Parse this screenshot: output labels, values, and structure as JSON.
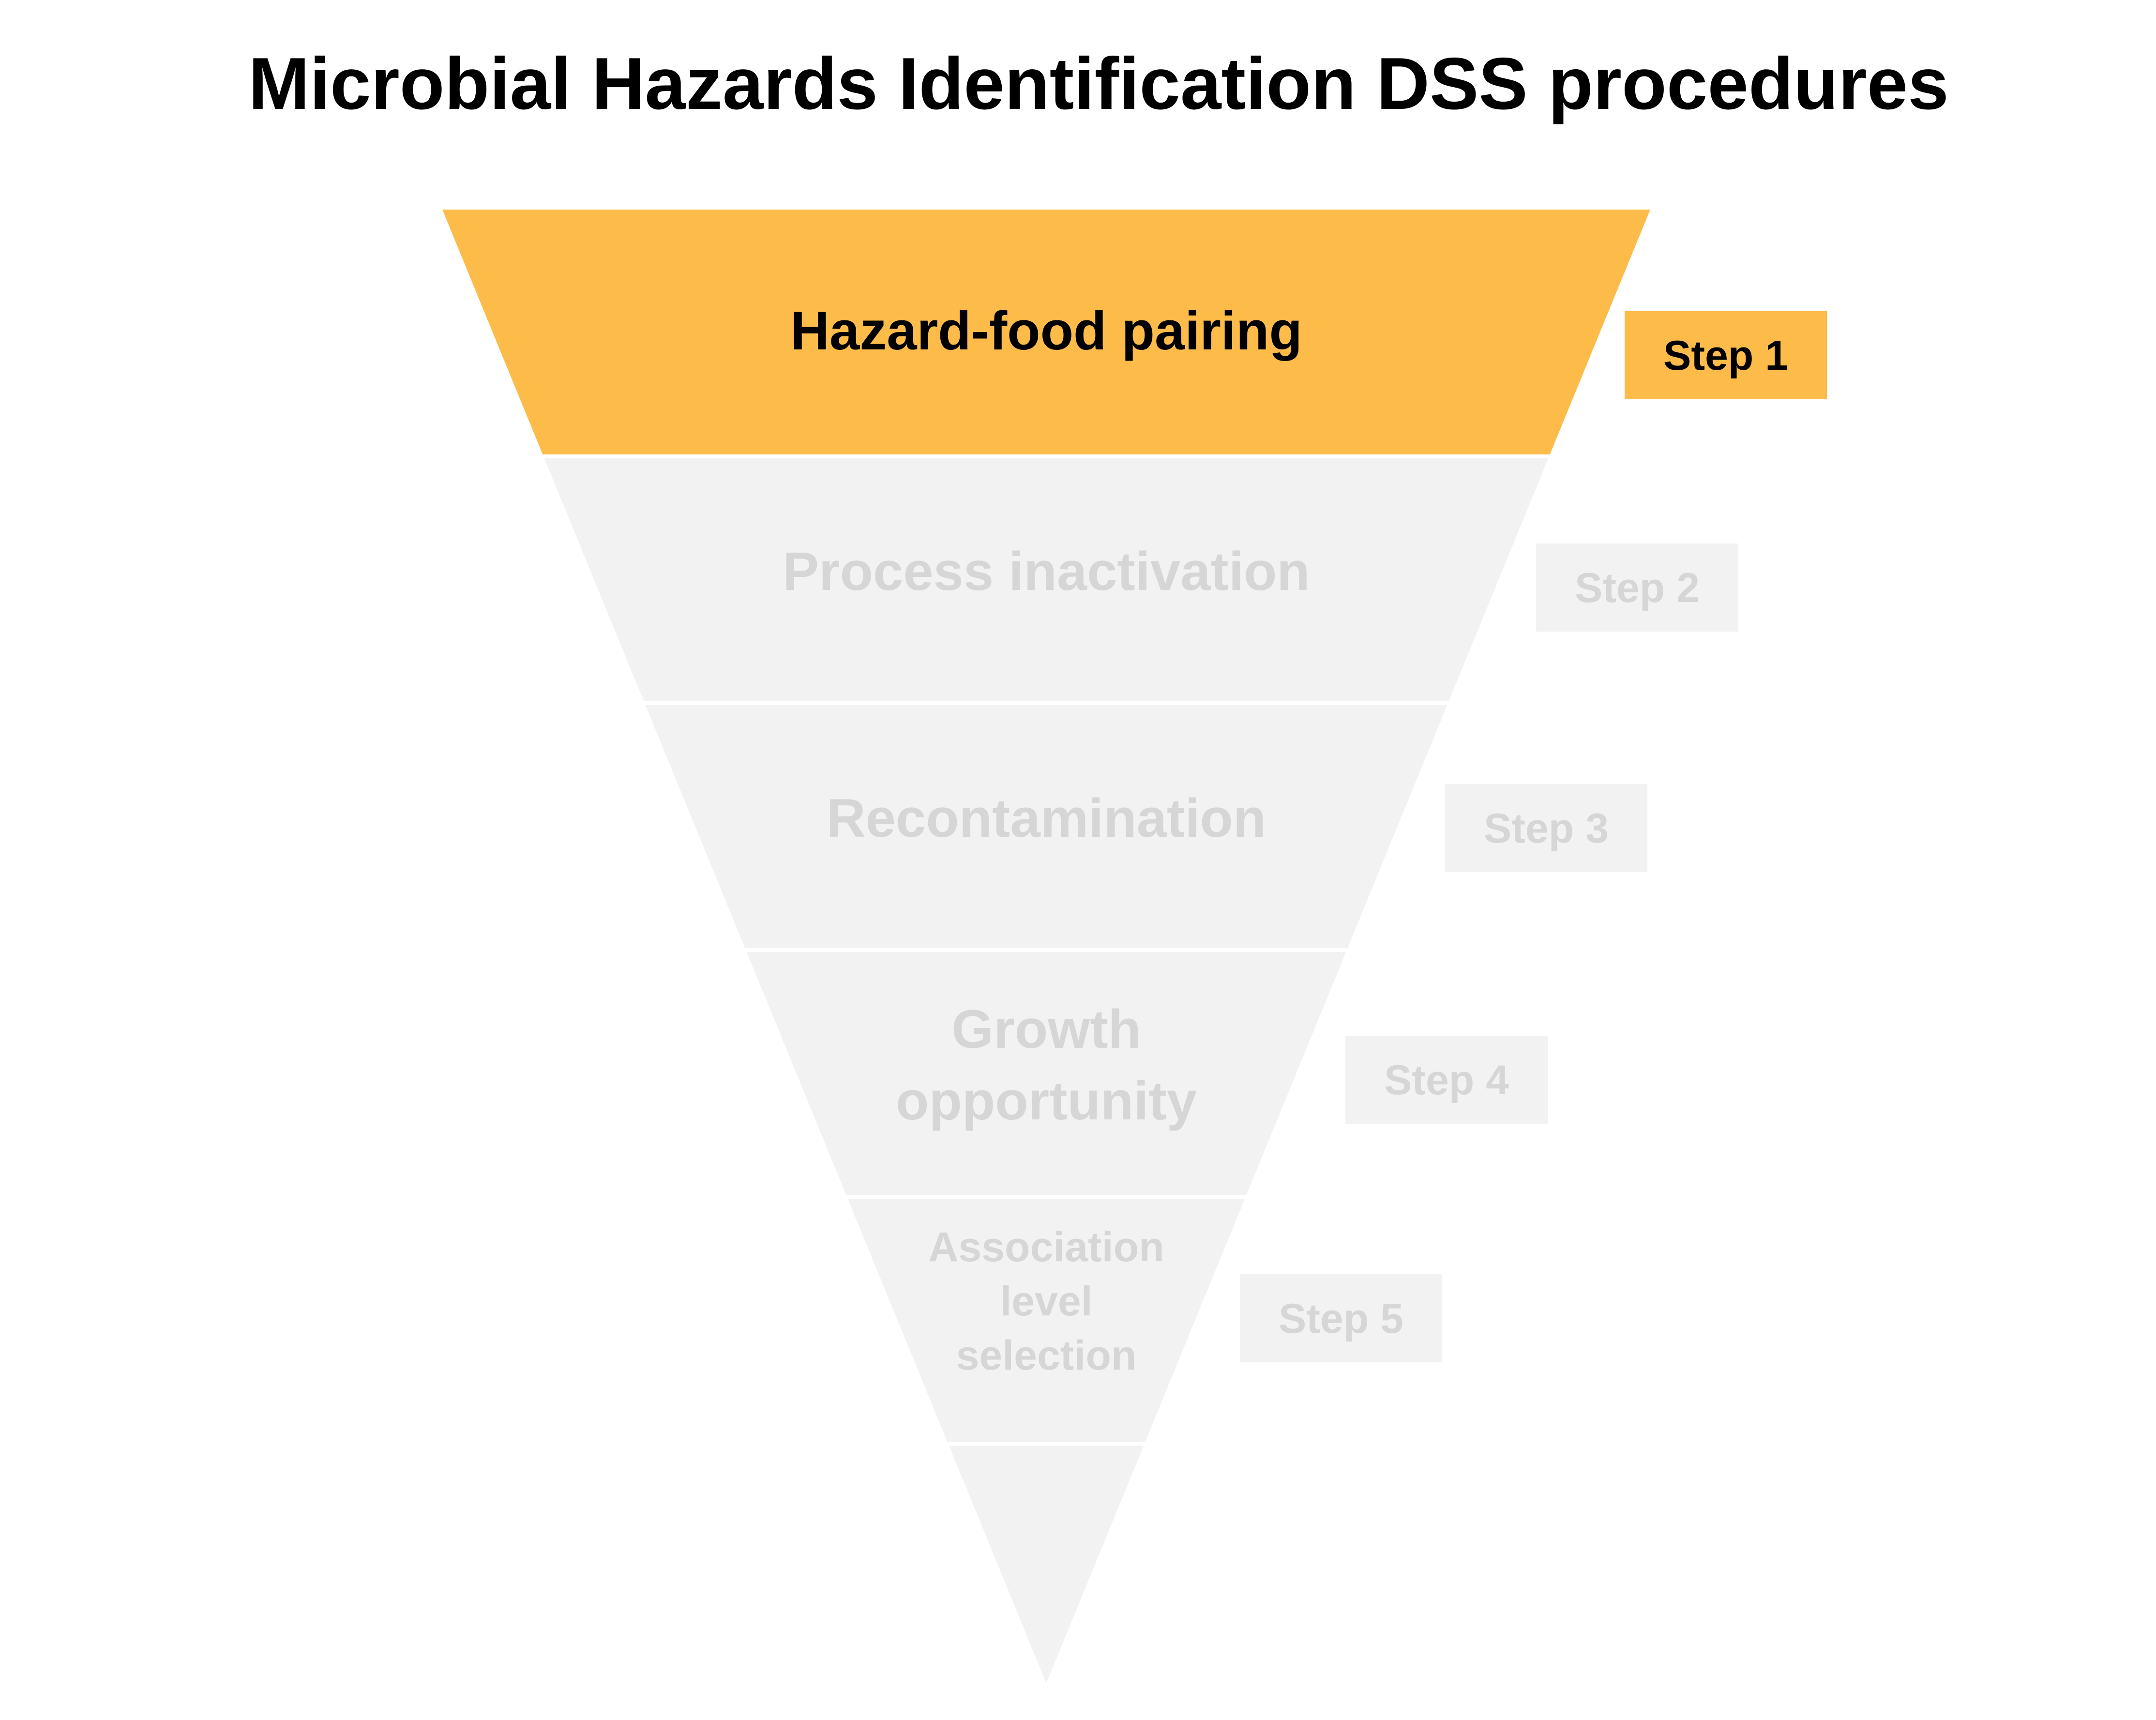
{
  "title": "Microbial Hazards Identification DSS procedures",
  "colors": {
    "active_fill": "#FDBB4A",
    "inactive_fill": "#F2F2F2",
    "active_text": "#000000",
    "inactive_text": "#D6D6D6",
    "divider": "#FFFFFF"
  },
  "stages": [
    {
      "lines": [
        "Hazard-food pairing"
      ],
      "step": "Step 1",
      "active": true
    },
    {
      "lines": [
        "Process inactivation"
      ],
      "step": "Step 2",
      "active": false
    },
    {
      "lines": [
        "Recontamination"
      ],
      "step": "Step 3",
      "active": false
    },
    {
      "lines": [
        "Growth",
        "opportunity"
      ],
      "step": "Step 4",
      "active": false
    },
    {
      "lines": [
        "Association",
        "level",
        "selection"
      ],
      "step": "Step 5",
      "active": false
    },
    {
      "lines": [],
      "step": "",
      "active": false
    }
  ]
}
